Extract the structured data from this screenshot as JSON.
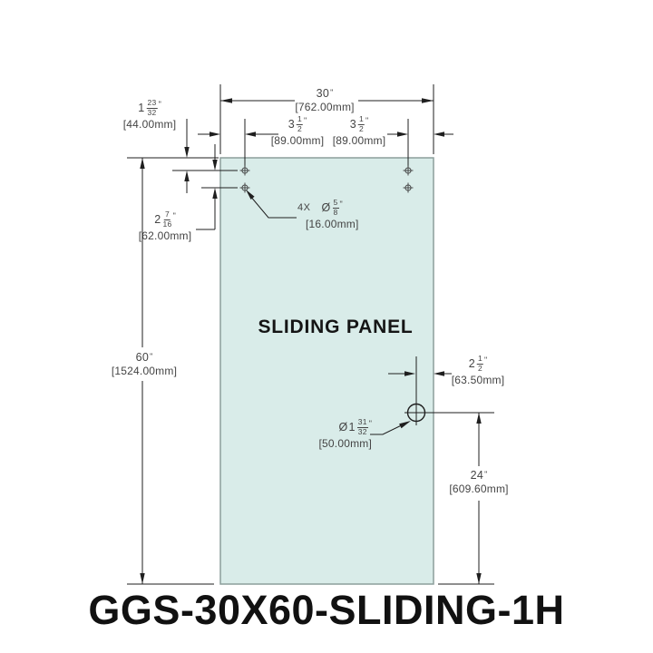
{
  "title": "GGS-30X60-SLIDING-1H",
  "panel": {
    "label": "SLIDING PANEL"
  },
  "dims": {
    "width": {
      "whole": "30",
      "unit": "\"",
      "dual": "[762.00mm]"
    },
    "left_hole_inset": {
      "whole": "3",
      "num": "1",
      "den": "2",
      "unit": "\"",
      "dual": "[89.00mm]"
    },
    "right_hole_inset": {
      "whole": "3",
      "num": "1",
      "den": "2",
      "unit": "\"",
      "dual": "[89.00mm]"
    },
    "top_to_hole_row": {
      "whole": "1",
      "num": "23",
      "den": "32",
      "unit": "\"",
      "dual": "[44.00mm]"
    },
    "hole_row_spacing": {
      "whole": "2",
      "num": "7",
      "den": "16",
      "unit": "\"",
      "dual": "[62.00mm]"
    },
    "top_holes": {
      "qty": "4X",
      "prefix": "Ø",
      "num": "5",
      "den": "8",
      "unit": "\"",
      "dual": "[16.00mm]"
    },
    "height": {
      "whole": "60",
      "unit": "\"",
      "dual": "[1524.00mm]"
    },
    "handle_edge_offset": {
      "whole": "2",
      "num": "1",
      "den": "2",
      "unit": "\"",
      "dual": "[63.50mm]"
    },
    "handle_hole_dia": {
      "prefix": "Ø",
      "whole": "1",
      "num": "31",
      "den": "32",
      "unit": "\"",
      "dual": "[50.00mm]"
    },
    "handle_height": {
      "whole": "24",
      "unit": "\"",
      "dual": "[609.60mm]"
    }
  },
  "colors": {
    "line": "#1f1f1f",
    "text": "#444444",
    "panel_fill": "#d9ece9",
    "panel_border": "#8c9e9b",
    "hole_mark": "#3c3c3c"
  }
}
